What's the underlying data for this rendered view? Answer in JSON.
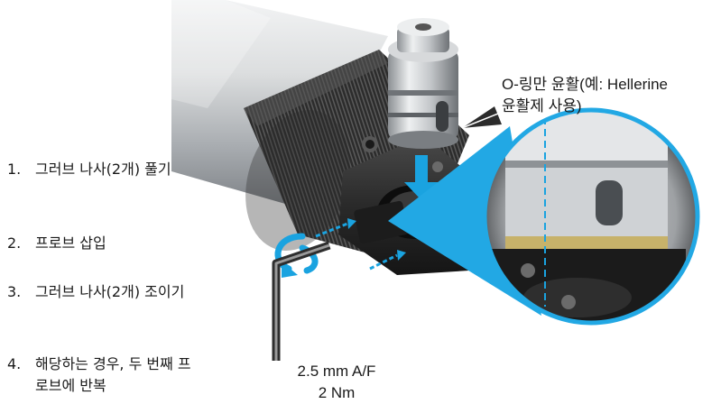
{
  "steps": [
    {
      "number": "1.",
      "text": "그러브 나사(2개) 풀기"
    },
    {
      "number": "2.",
      "text": "프로브 삽입"
    },
    {
      "number": "3.",
      "text": "그러브 나사(2개) 조이기"
    },
    {
      "number": "4.",
      "text": "해당하는 경우, 두 번째 프로브에 반복"
    }
  ],
  "callouts": {
    "oring_line1": "O-링만 윤활(예: Hellerine",
    "oring_line2": "윤활제 사용)",
    "torque_line1": "2.5 mm A/F",
    "torque_line2": "2 Nm"
  },
  "colors": {
    "arrow_blue": "#1aa3e0",
    "zoom_blue": "#22a8e4",
    "dark_grey": "#2b2b2b",
    "metal": "#c9ccd0"
  },
  "icons": [
    "rotation-arrow-icon",
    "down-arrow-icon",
    "hex-key-icon",
    "pointer-arrow-icon"
  ]
}
